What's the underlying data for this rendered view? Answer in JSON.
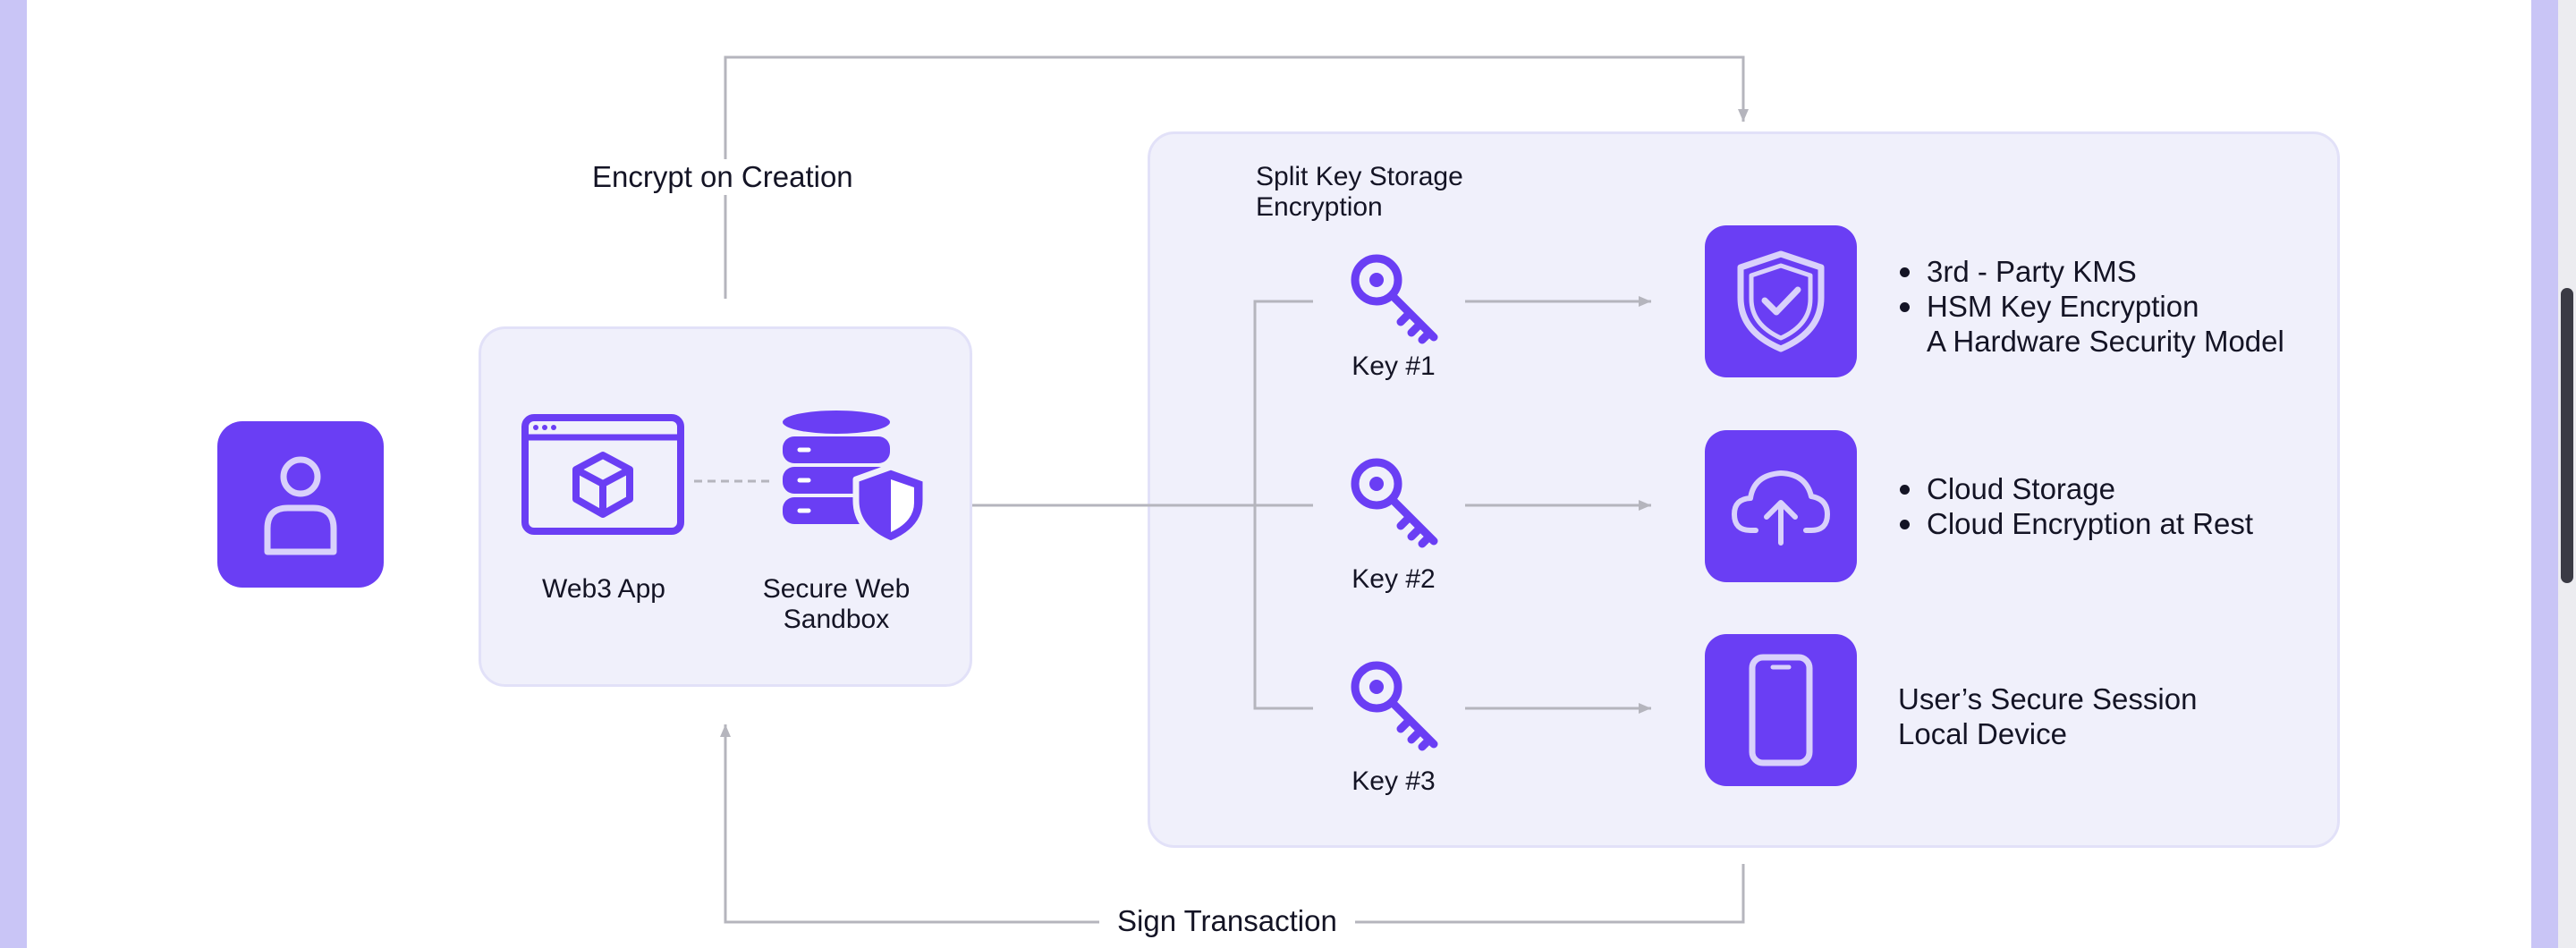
{
  "flow": {
    "encrypt_label": "Encrypt on Creation",
    "sign_label": "Sign Transaction"
  },
  "sandbox_panel": {
    "web3_app_label": "Web3 App",
    "secure_sandbox_label_1": "Secure Web",
    "secure_sandbox_label_2": "Sandbox"
  },
  "storage_panel": {
    "title_1": "Split Key Storage",
    "title_2": "Encryption",
    "keys": [
      {
        "label": "Key #1"
      },
      {
        "label": "Key #2"
      },
      {
        "label": "Key #3"
      }
    ],
    "destinations": [
      {
        "icon": "shield-check-icon",
        "bullets": [
          "3rd - Party KMS",
          "HSM Key Encryption"
        ],
        "continuation": "A Hardware Security Model"
      },
      {
        "icon": "cloud-upload-icon",
        "bullets": [
          "Cloud Storage",
          "Cloud Encryption at Rest"
        ]
      },
      {
        "icon": "smartphone-icon",
        "lines": [
          "User’s Secure Session",
          "Local Device"
        ]
      }
    ]
  },
  "colors": {
    "accent": "#6a3ef4",
    "icon_stroke": "#d9d1fb",
    "panel_bg": "#f0f0fb",
    "side_border": "#c9c5f6",
    "connector": "#b5b5bd"
  }
}
